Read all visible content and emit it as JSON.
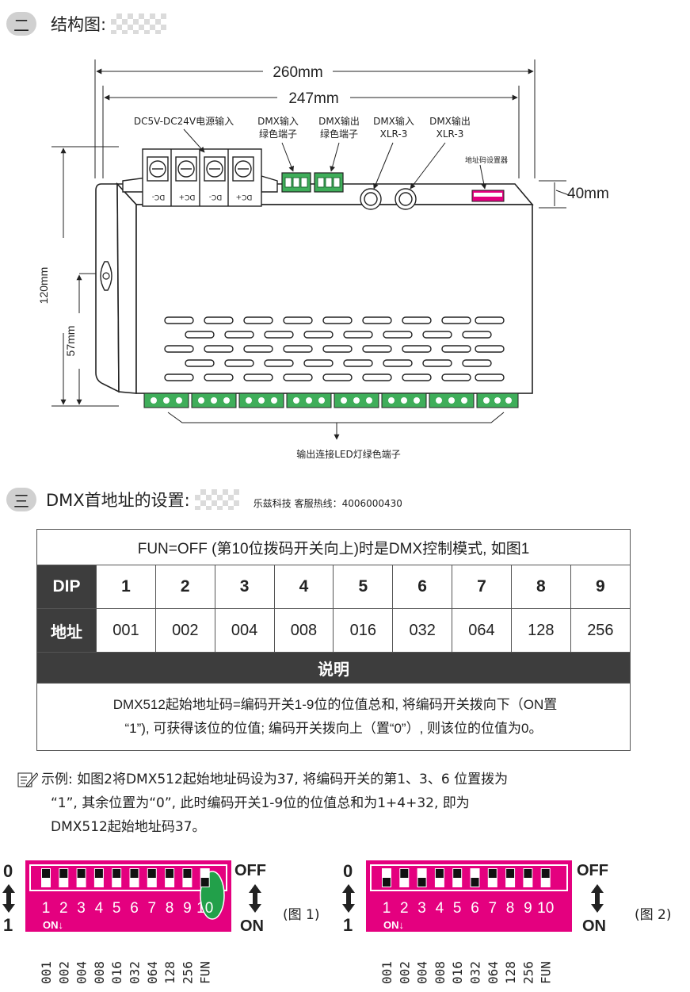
{
  "section2": {
    "num": "二",
    "title": "结构图:"
  },
  "drawing": {
    "dim_total_width": "260mm",
    "dim_inner_width": "247mm",
    "dim_height": "40mm",
    "dim_depth": "120mm",
    "dim_hole": "57mm",
    "label_power": "DC5V-DC24V电源输入",
    "label_dmx_in_terminal": [
      "DMX输入",
      "绿色端子"
    ],
    "label_dmx_out_terminal": [
      "DMX输出",
      "绿色端子"
    ],
    "label_dmx_in_xlr": [
      "DMX输入",
      "XLR-3"
    ],
    "label_dmx_out_xlr": [
      "DMX输出",
      "XLR-3"
    ],
    "label_address_setter": "地址码设置器",
    "label_output": "输出连接LED灯绿色端子",
    "terminal_marks": [
      "DC-",
      "DC+",
      "DC-",
      "DC+"
    ]
  },
  "section3": {
    "num": "三",
    "title": "DMX首地址的设置:",
    "hotline": "乐兹科技 客服热线：4006000430"
  },
  "table": {
    "title": "FUN=OFF (第10位拨码开关向上)时是DMX控制模式, 如图1",
    "dip_header": "DIP",
    "addr_header": "地址",
    "dips": [
      "1",
      "2",
      "3",
      "4",
      "5",
      "6",
      "7",
      "8",
      "9"
    ],
    "addresses": [
      "001",
      "002",
      "004",
      "008",
      "016",
      "032",
      "064",
      "128",
      "256"
    ],
    "explain_header": "说明",
    "explain_line1": "DMX512起始地址码=编码开关1-9位的位值总和, 将编码开关拨向下（ON置",
    "explain_line2": "“1”), 可获得该位的位值; 编码开关拨向上（置“0”）, 则该位的位值为0。"
  },
  "example": {
    "line1": "示例: 如图2将DMX512起始地址码设为37, 将编码开关的第1、3、6 位置拨为",
    "line2": "“1”, 其余位置为“0”, 此时编码开关1-9位的位值总和为1+4+32, 即为",
    "line3": "DMX512起始地址码37。"
  },
  "figures": {
    "fig1_label": "(图 1)",
    "fig2_label": "(图 2)",
    "off": "OFF",
    "on": "ON",
    "zero": "0",
    "one": "1",
    "on_arrow": "ON↓",
    "switch_numbers": [
      "1",
      "2",
      "3",
      "4",
      "5",
      "6",
      "7",
      "8",
      "9",
      "10"
    ],
    "values": [
      "001",
      "002",
      "004",
      "008",
      "016",
      "032",
      "064",
      "128",
      "256",
      "FUN"
    ],
    "fig1_on_switches": [
      10
    ],
    "fig2_on_switches": [
      1,
      3,
      6
    ],
    "colors": {
      "pink": "#e4007f",
      "green": "#22a04a",
      "gray": "#3d3d3d"
    }
  }
}
